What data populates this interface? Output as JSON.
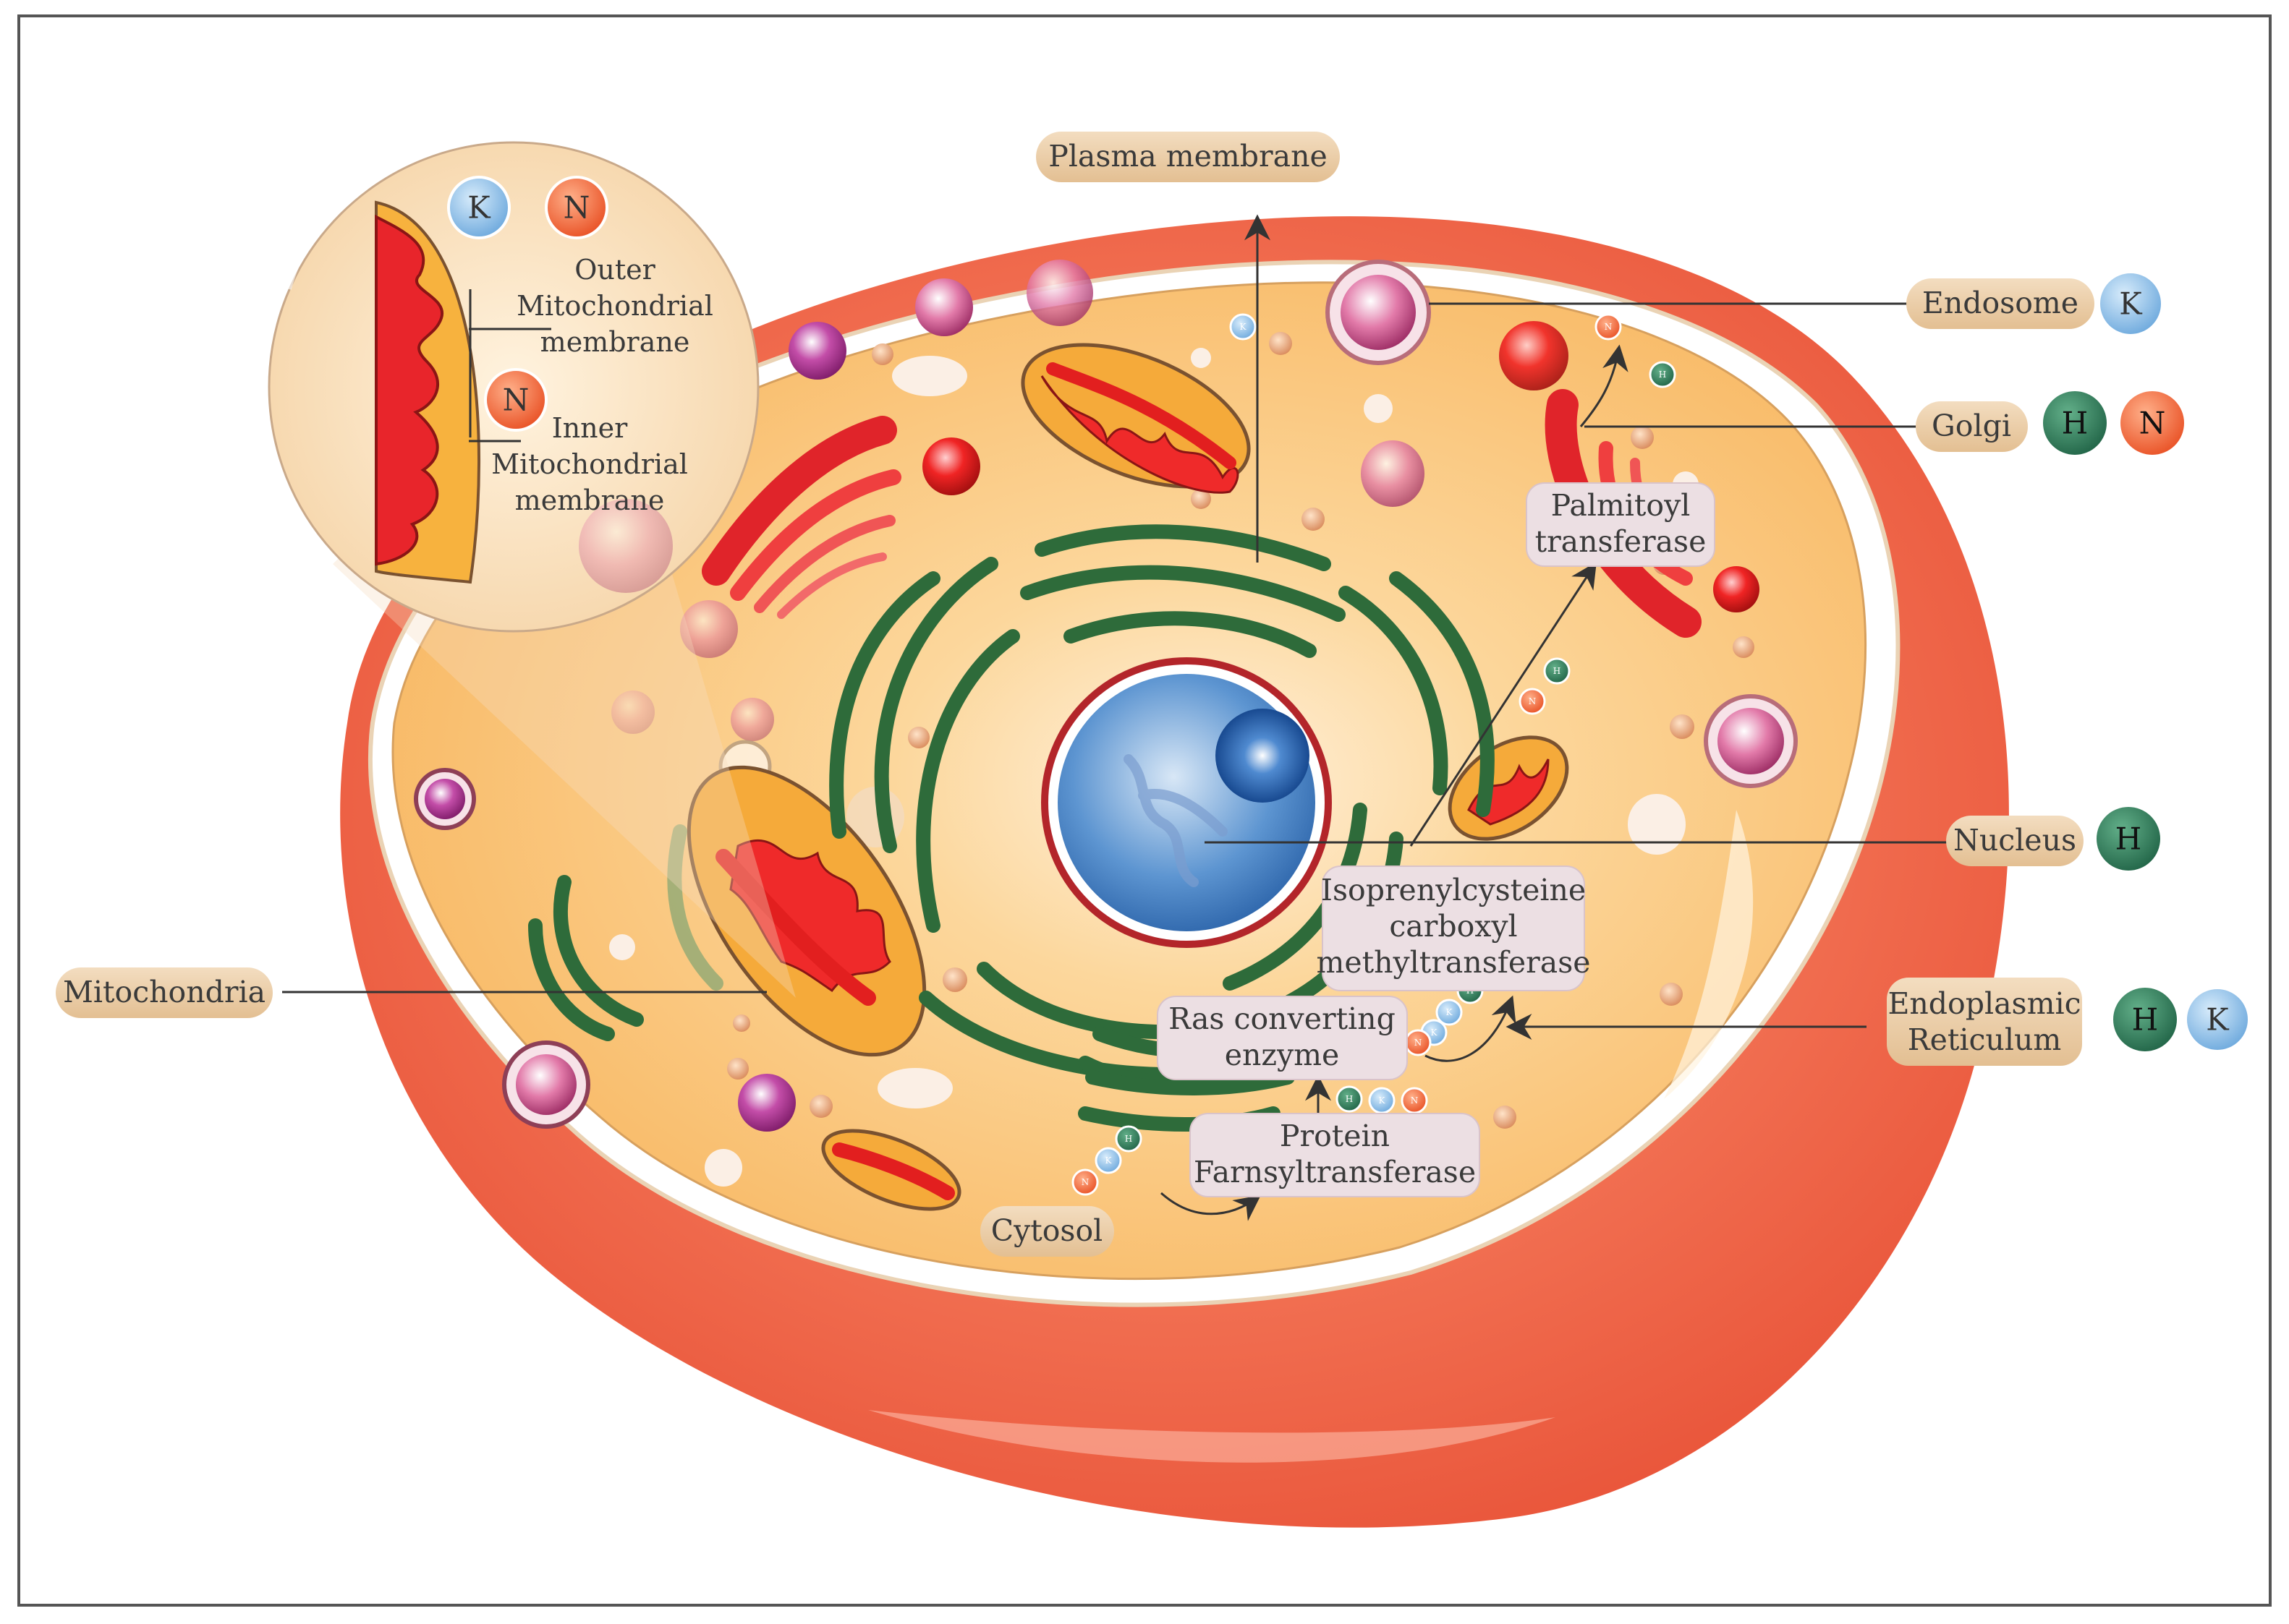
{
  "labels": {
    "plasma_membrane": "Plasma membrane",
    "endosome": "Endosome",
    "golgi": "Golgi",
    "palmitoyl_1": "Palmitoyl",
    "palmitoyl_2": "transferase",
    "nucleus": "Nucleus",
    "icmt_1": "Isoprenylcysteine",
    "icmt_2": "carboxyl",
    "icmt_3": "methyltransferase",
    "er_1": "Endoplasmic",
    "er_2": "Reticulum",
    "mitochondria": "Mitochondria",
    "rce_1": "Ras converting",
    "rce_2": "enzyme",
    "ftase_1": "Protein",
    "ftase_2": "Farnsyltransferase",
    "cytosol": "Cytosol",
    "outer_1": "Outer",
    "outer_2": "Mitochondrial",
    "outer_3": "membrane",
    "inner_1": "Inner",
    "inner_2": "Mitochondrial",
    "inner_3": "membrane"
  },
  "badges": {
    "endosome_k": "K",
    "golgi_h": "H",
    "golgi_n": "N",
    "nucleus_h": "H",
    "er_h": "H",
    "er_k": "K",
    "inset_k": "K",
    "inset_n_top": "N",
    "inset_n_side": "N"
  },
  "mini": {
    "n": "N",
    "k": "K",
    "h": "H"
  },
  "colors": {
    "h_ras": "#2f7d5b",
    "n_ras": "#f06a3c",
    "k_ras": "#7fb3df",
    "label_bg": "#ebcda3",
    "enzyme_bg": "#ecdfe3",
    "cytoplasm": "#fbc577",
    "cell_wall": "#f37a55",
    "er_green": "#2e6b3a",
    "nucleus_blue": "#3a7fc4"
  }
}
